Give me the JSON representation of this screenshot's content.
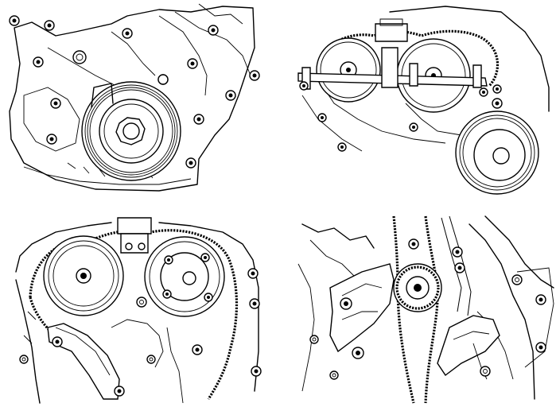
{
  "figure": {
    "panels": [
      {
        "id": "p1",
        "subject": "crankshaft-pulley-front-cover"
      },
      {
        "id": "p2",
        "subject": "camshaft-sprockets-with-holding-tool"
      },
      {
        "id": "p3",
        "subject": "camshaft-sprockets-timing-chain"
      },
      {
        "id": "p4",
        "subject": "crankshaft-sprocket-chain-guides"
      }
    ],
    "colors": {
      "line": "#000000",
      "background": "#ffffff"
    }
  }
}
